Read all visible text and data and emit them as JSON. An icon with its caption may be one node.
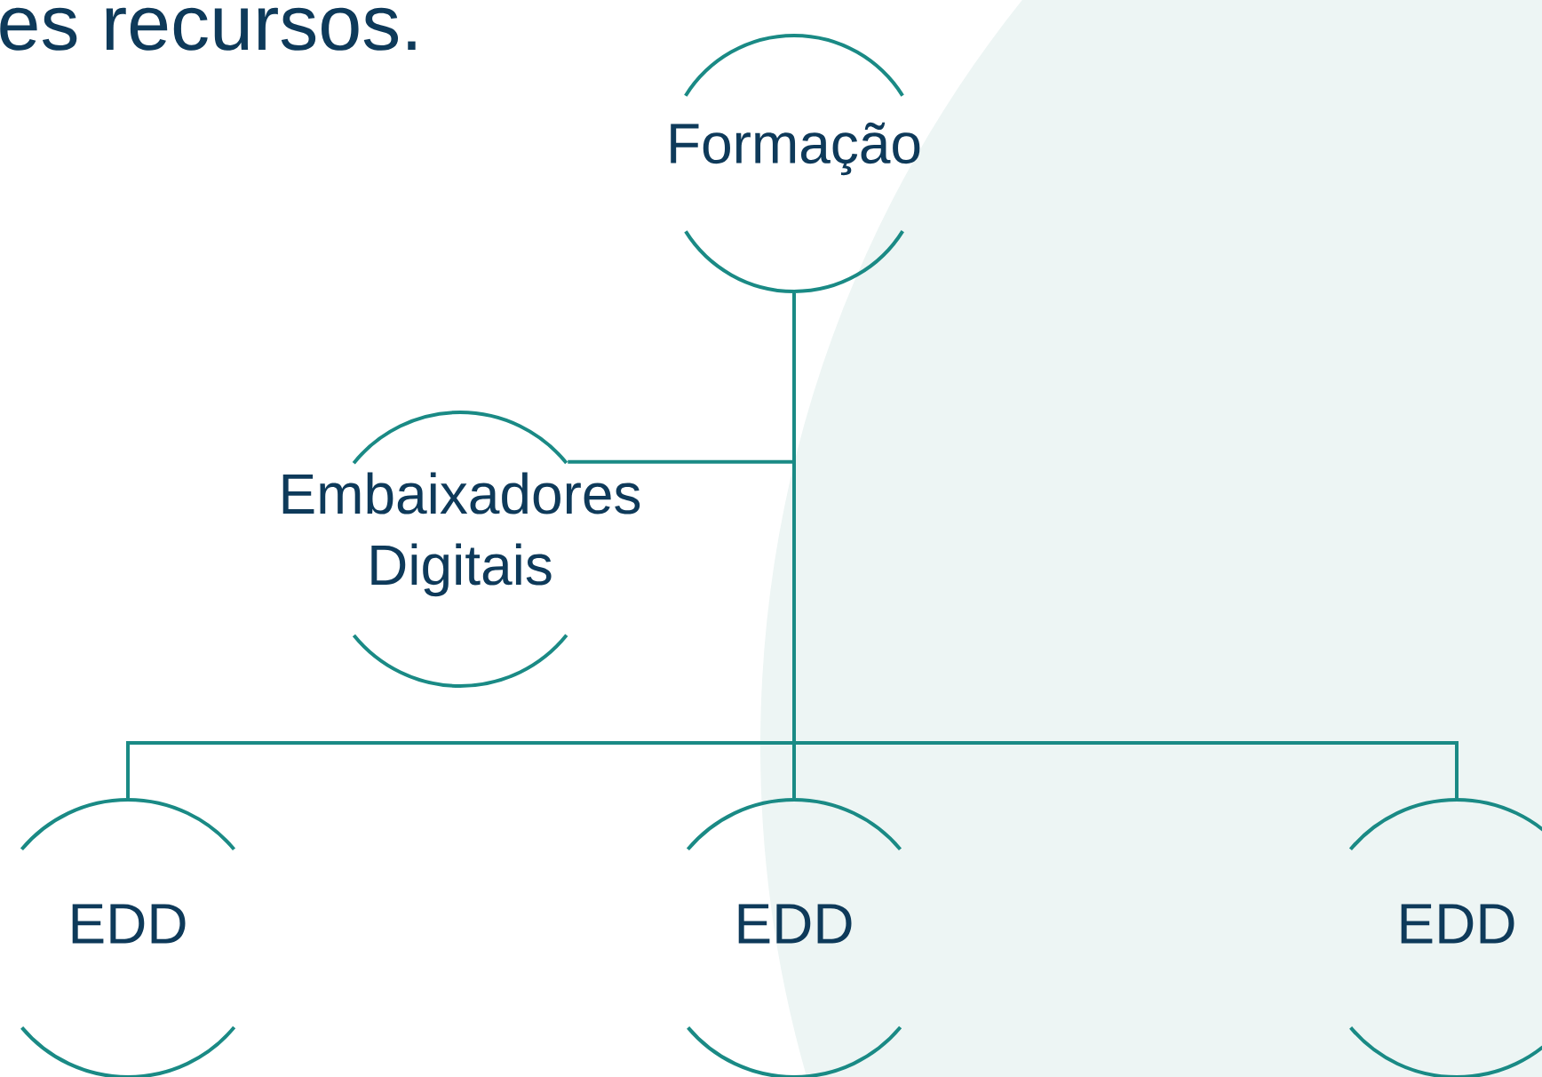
{
  "diagram": {
    "nodes": [
      {
        "text": [
          "Formação"
        ]
      },
      {
        "text": [
          "Embaixadores Digitais"
        ]
      },
      {
        "text": [
          "EDD"
        ]
      },
      {
        "text": [
          "EDD"
        ]
      },
      {
        "text": [
          "EDD"
        ]
      }
    ],
    "edges": [
      {
        "from": 0,
        "to": 1,
        "arrow": "none"
      },
      {
        "from": 0,
        "to": 2,
        "arrow": "none"
      },
      {
        "from": 0,
        "to": 3,
        "arrow": "none"
      },
      {
        "from": 0,
        "to": 4,
        "arrow": "none"
      }
    ],
    "labels": [
      "es recursos."
    ]
  }
}
